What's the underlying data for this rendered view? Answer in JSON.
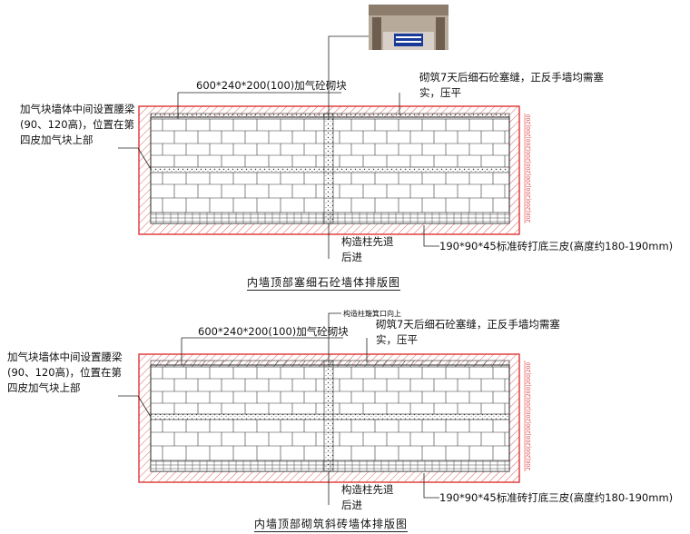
{
  "panels": [
    {
      "id": "top",
      "block_label": "600*240*200(100)加气砼砌块",
      "right_label_1": "砌筑7天后细石砼塞缝，正反手墙均需塞",
      "right_label_2": "实，压平",
      "left_label_1": "加气块墙体中间设置腰梁",
      "left_label_2": "(90、120高)，位置在第",
      "left_label_3": "四皮加气块上部",
      "column_label_1": "构造柱先退",
      "column_label_2": "后进",
      "base_label": "190*90*45标准砖打底三皮(高度约180-190mm)",
      "caption": "内墙顶部塞细石砼墙体排版图",
      "dim_text": "200|200|200|200|200|200|200|200|200"
    },
    {
      "id": "bottom",
      "top_note": "构造柱簸箕口向上",
      "block_label": "600*240*200(100)加气砼砌块",
      "right_label_1": "砌筑7天后细石砼塞缝，正反手墙均需塞",
      "right_label_2": "实，压平",
      "left_label_1": "加气块墙体中间设置腰梁",
      "left_label_2": "(90、120高)，位置在第",
      "left_label_3": "四皮加气块上部",
      "column_label_1": "构造柱先退",
      "column_label_2": "后进",
      "base_label": "190*90*45标准砖打底三皮(高度约180-190mm)",
      "caption": "内墙顶部砌筑斜砖墙体排版图",
      "dim_text": "200|200|200|200|200|200|200|200|200"
    }
  ],
  "photo": {
    "sign_text": "全在哪里去\n介绍处处个"
  },
  "colors": {
    "frame": "#e04040",
    "line": "#222222",
    "sign": "#1a3a9a"
  }
}
